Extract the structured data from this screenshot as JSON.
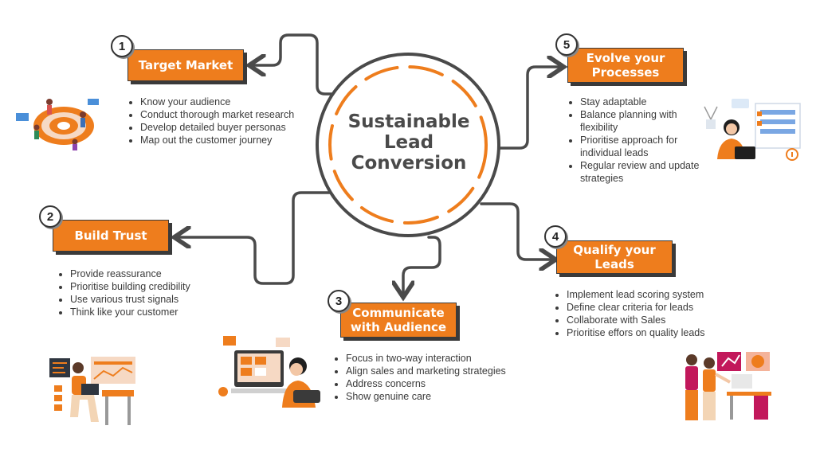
{
  "center": {
    "lines": [
      "Sustainable",
      "Lead",
      "Conversion"
    ]
  },
  "steps": [
    {
      "number": "1",
      "title_lines": [
        "Target Market"
      ],
      "bullets": [
        "Know your audience",
        "Conduct thorough market research",
        "Develop detailed buyer personas",
        "Map out the customer journey"
      ]
    },
    {
      "number": "2",
      "title_lines": [
        "Build Trust"
      ],
      "bullets": [
        "Provide reassurance",
        "Prioritise building credibility",
        "Use various trust signals",
        "Think like your customer"
      ]
    },
    {
      "number": "3",
      "title_lines": [
        "Communicate",
        "with Audience"
      ],
      "bullets": [
        "Focus in two-way interaction",
        "Align sales and marketing strategies",
        "Address concerns",
        "Show genuine care"
      ]
    },
    {
      "number": "4",
      "title_lines": [
        "Qualify your",
        "Leads"
      ],
      "bullets": [
        "Implement lead scoring system",
        "Define clear criteria for leads",
        "Collaborate with Sales",
        "Prioritise effors on quality leads"
      ]
    },
    {
      "number": "5",
      "title_lines": [
        "Evolve your",
        "Processes"
      ],
      "bullets": [
        "Stay adaptable",
        "Balance planning with flexibility",
        "Prioritise approach for individual leads",
        "Regular review and update strategies"
      ]
    }
  ],
  "illustrations": [
    "target-illustration",
    "developer-illustration",
    "audience-illustration",
    "team-meeting-illustration",
    "planning-illustration"
  ],
  "colors": {
    "accent": "#ee7d1d",
    "line": "#4a4a4a",
    "text": "#3a3a3a"
  }
}
